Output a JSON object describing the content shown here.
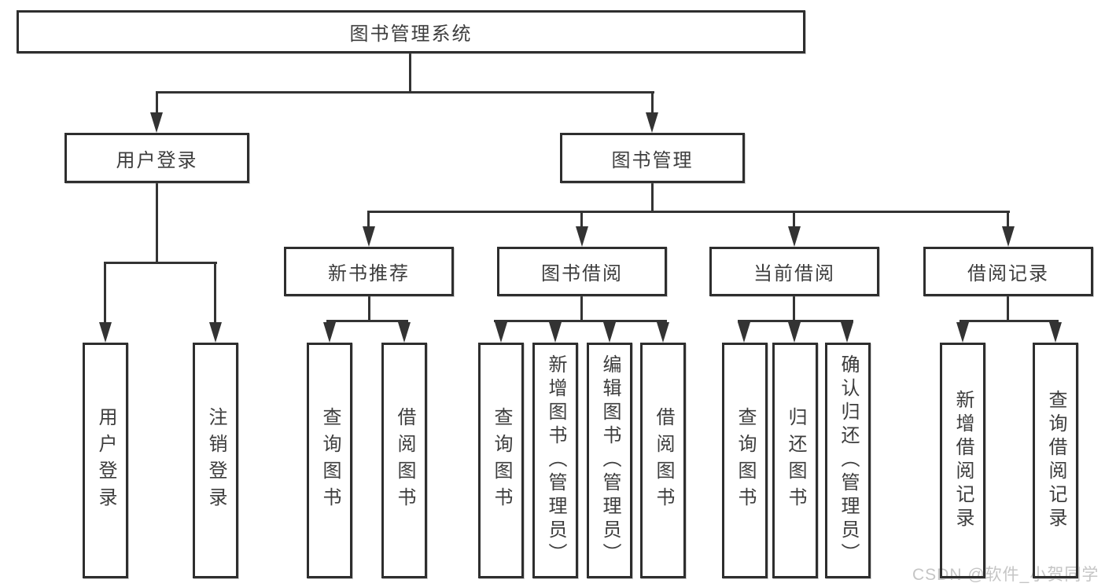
{
  "tree": {
    "label": "图书管理系统",
    "children": [
      {
        "label": "用户登录",
        "children": [
          {
            "label": "用户登录"
          },
          {
            "label": "注销登录"
          }
        ]
      },
      {
        "label": "图书管理",
        "children": [
          {
            "label": "新书推荐",
            "children": [
              {
                "label": "查询图书"
              },
              {
                "label": "借阅图书"
              }
            ]
          },
          {
            "label": "图书借阅",
            "children": [
              {
                "label": "查询图书"
              },
              {
                "label": "新增图书（管理员）"
              },
              {
                "label": "编辑图书（管理员）"
              },
              {
                "label": "借阅图书"
              }
            ]
          },
          {
            "label": "当前借阅",
            "children": [
              {
                "label": "查询图书"
              },
              {
                "label": "归还图书"
              },
              {
                "label": "确认归还（管理员）"
              }
            ]
          },
          {
            "label": "借阅记录",
            "children": [
              {
                "label": "新增借阅记录"
              },
              {
                "label": "查询借阅记录"
              }
            ]
          }
        ]
      }
    ]
  },
  "watermark": {
    "text": "CSDN @软件_小贺同学",
    "color": "#c5c5c5"
  },
  "colors": {
    "line": "#333333",
    "box_border": "#2e2e2e",
    "text": "#3d3d3d",
    "background": "#ffffff"
  }
}
